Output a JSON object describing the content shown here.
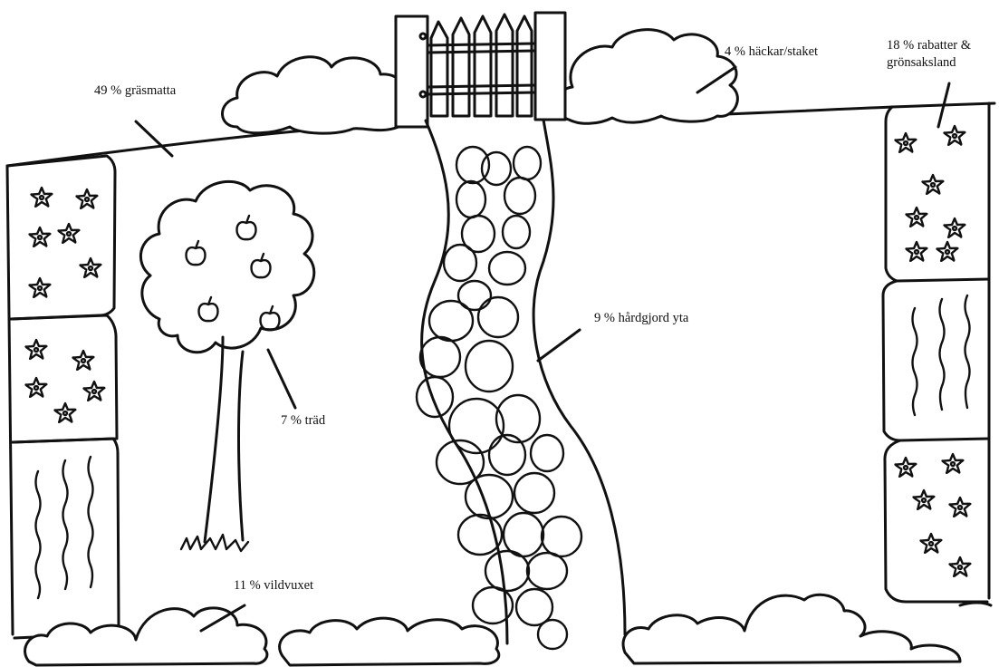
{
  "diagram": {
    "background": "#ffffff",
    "ink_color": "#111111",
    "labels": {
      "lawn": "49 % gräsmatta",
      "hedges": "4 % häckar/staket",
      "beds_line1": "18 % rabatter &",
      "beds_line2": "grönsaksland",
      "paved": "9 % hårdgjord yta",
      "trees": "7 % träd",
      "wild": "11 % vildvuxet"
    },
    "shares_percent": {
      "lawn": 49,
      "beds_and_vegetables": 18,
      "wild": 11,
      "paved": 9,
      "trees": 7,
      "hedges_fence": 4
    }
  }
}
